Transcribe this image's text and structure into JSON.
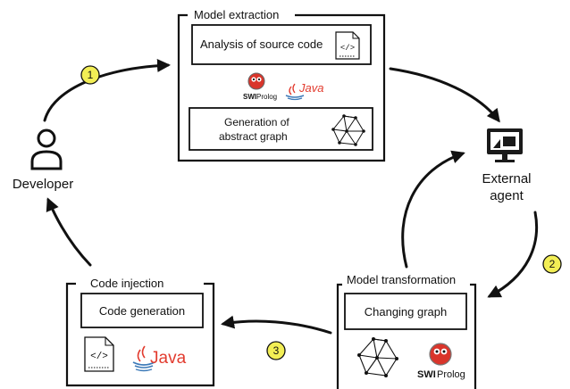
{
  "model_extraction": {
    "title": "Model extraction",
    "analysis_box": "Analysis of source code",
    "generation_box": {
      "line1": "Generation of",
      "line2": "abstract graph"
    },
    "logos": {
      "swi_line1": "SWI",
      "swi_line2": "Prolog",
      "java": "Java"
    }
  },
  "external_agent": {
    "line1": "External",
    "line2": "agent"
  },
  "developer": {
    "label": "Developer"
  },
  "model_transformation": {
    "title": "Model transformation",
    "changing_box": "Changing graph",
    "logos": {
      "swi_line1": "SWI",
      "swi_line2": "Prolog"
    }
  },
  "code_injection": {
    "title": "Code injection",
    "generation_box": "Code generation",
    "logos": {
      "java": "Java"
    }
  },
  "steps": {
    "one": "1",
    "two": "2",
    "three": "3"
  },
  "colors": {
    "badge_fill": "#f2ee55",
    "java_red": "#e23b2e",
    "java_blue": "#3d7ab8",
    "owl_red": "#d9352b"
  },
  "icons": [
    "code-file-icon",
    "network-graph-icon",
    "monitor-icon",
    "user-icon",
    "swi-prolog-owl-icon",
    "java-cup-icon"
  ]
}
